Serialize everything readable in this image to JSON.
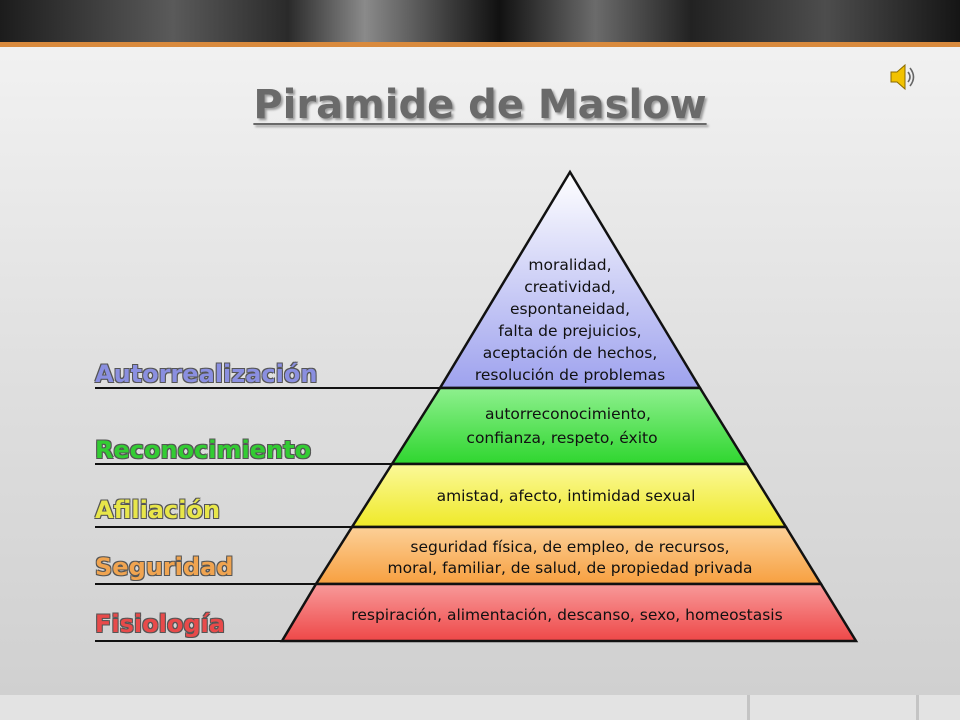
{
  "slide": {
    "title": "Piramide de Maslow",
    "levels": [
      {
        "label": "Autorrealización",
        "label_color": "#8a8fe0",
        "lines": [
          "moralidad,",
          "creatividad,",
          "espontaneidad,",
          "falta de prejuicios,",
          "aceptación de hechos,",
          "resolución de problemas"
        ],
        "fill": "#b8bbf2"
      },
      {
        "label": "Reconocimiento",
        "label_color": "#33cc33",
        "lines": [
          "autorreconocimiento,",
          "confianza, respeto, éxito"
        ],
        "fill": "#4be04b"
      },
      {
        "label": "Afiliación",
        "label_color": "#e8e64a",
        "lines": [
          "amistad, afecto, intimidad sexual"
        ],
        "fill": "#f4f040"
      },
      {
        "label": "Seguridad",
        "label_color": "#f0a450",
        "lines": [
          "seguridad física, de empleo, de recursos,",
          "moral, familiar, de salud, de propiedad privada"
        ],
        "fill": "#f8b060"
      },
      {
        "label": "Fisiología",
        "label_color": "#e84a4a",
        "lines": [
          "respiración, alimentación, descanso, sexo, homeostasis"
        ],
        "fill": "#f06060"
      }
    ]
  },
  "icons": {
    "audio": "speaker-icon"
  }
}
